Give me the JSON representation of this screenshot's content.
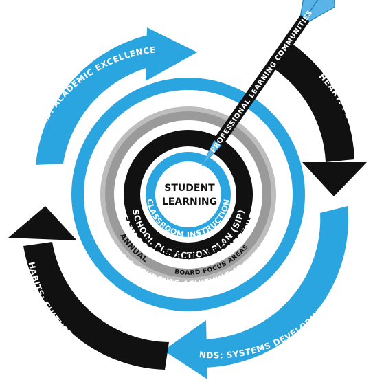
{
  "center": {
    "line1": "STUDENT",
    "line2": "LEARNING"
  },
  "rings": {
    "classroom": "CLASSROOM INSTRUCTION",
    "school_plc": "SCHOOL PLC ACTION PLAN (SIP)",
    "district": "SCHOOL DISTRICT ACTION PLAN",
    "annual": "ANNUAL",
    "board": "BOARD FOCUS AREAS",
    "mission": "MISSION:  ALL STUDENTS ACHIEVING AT HIGH LEVELS"
  },
  "arrows": {
    "head": "HEAD:  ACADEMIC EXCELLENCE",
    "heart": "HEART:  PEOPLE",
    "hands": "HANDS:  SYSTEMS DEVELOPMENT",
    "habits": "HABITS:  CULTURE"
  },
  "dart": "PROFESSIONAL LEARNING COMMUNITIES",
  "colors": {
    "blue": "#2aa5e0",
    "black": "#111111",
    "gray": "#9a9a9a",
    "light_gray": "#bdbdbd",
    "dart_blue": "#5ab4e8"
  }
}
